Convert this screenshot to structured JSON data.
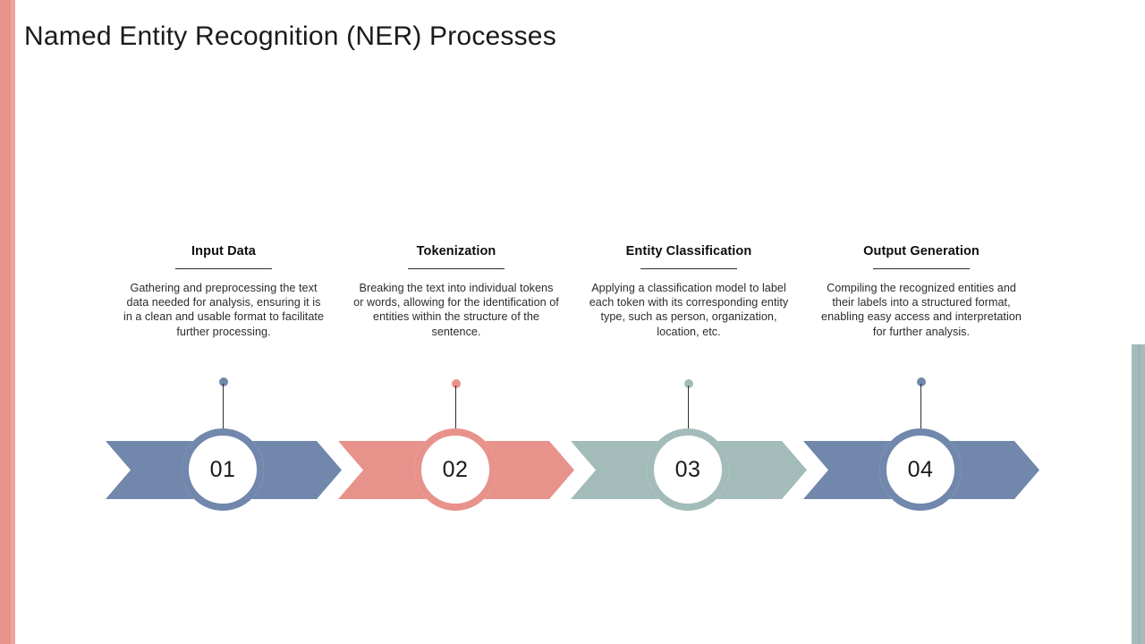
{
  "slide": {
    "title": "Named Entity Recognition (NER) Processes"
  },
  "theme": {
    "accent_blue": "#7187ac",
    "accent_salmon": "#e8928c",
    "accent_sage": "#a3bcb9",
    "left_bar_color": "#e8928c",
    "right_bar_color": "#a3bcb9",
    "text_color": "#2b2b2b",
    "heading_color": "#0d0d0d"
  },
  "steps": [
    {
      "number": "01",
      "heading": "Input Data",
      "body": "Gathering and preprocessing the text data needed for analysis, ensuring it is in a clean and usable format to facilitate further processing.",
      "color": "#7187ac"
    },
    {
      "number": "02",
      "heading": "Tokenization",
      "body": "Breaking the text into individual tokens or words, allowing for the identification of entities within the structure of the sentence.",
      "color": "#e8928c"
    },
    {
      "number": "03",
      "heading": "Entity Classification",
      "body": "Applying a classification model to label each token with its corresponding entity type, such as person, organization, location, etc.",
      "color": "#a3bcb9"
    },
    {
      "number": "04",
      "heading": "Output Generation",
      "body": "Compiling the recognized entities and their labels into a structured format, enabling easy access and interpretation for further analysis.",
      "color": "#7187ac"
    }
  ]
}
